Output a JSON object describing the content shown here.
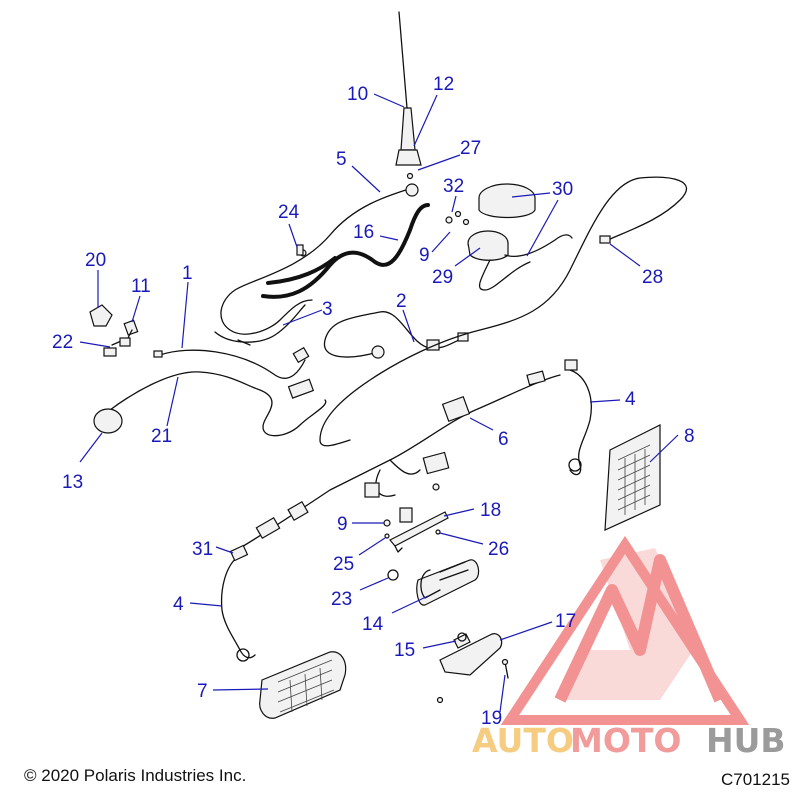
{
  "callouts": [
    {
      "id": "c10",
      "label": "10"
    },
    {
      "id": "c12",
      "label": "12"
    },
    {
      "id": "c5",
      "label": "5"
    },
    {
      "id": "c27",
      "label": "27"
    },
    {
      "id": "c32",
      "label": "32"
    },
    {
      "id": "c30",
      "label": "30"
    },
    {
      "id": "c24",
      "label": "24"
    },
    {
      "id": "c16",
      "label": "16"
    },
    {
      "id": "c9a",
      "label": "9"
    },
    {
      "id": "c29",
      "label": "29"
    },
    {
      "id": "c28",
      "label": "28"
    },
    {
      "id": "c20",
      "label": "20"
    },
    {
      "id": "c11",
      "label": "11"
    },
    {
      "id": "c1",
      "label": "1"
    },
    {
      "id": "c3",
      "label": "3"
    },
    {
      "id": "c2",
      "label": "2"
    },
    {
      "id": "c22",
      "label": "22"
    },
    {
      "id": "c4a",
      "label": "4"
    },
    {
      "id": "c6",
      "label": "6"
    },
    {
      "id": "c21",
      "label": "21"
    },
    {
      "id": "c8",
      "label": "8"
    },
    {
      "id": "c13",
      "label": "13"
    },
    {
      "id": "c18",
      "label": "18"
    },
    {
      "id": "c9b",
      "label": "9"
    },
    {
      "id": "c26",
      "label": "26"
    },
    {
      "id": "c31",
      "label": "31"
    },
    {
      "id": "c25",
      "label": "25"
    },
    {
      "id": "c23",
      "label": "23"
    },
    {
      "id": "c4b",
      "label": "4"
    },
    {
      "id": "c14",
      "label": "14"
    },
    {
      "id": "c17",
      "label": "17"
    },
    {
      "id": "c15",
      "label": "15"
    },
    {
      "id": "c7",
      "label": "7"
    },
    {
      "id": "c19",
      "label": "19"
    }
  ],
  "watermark": {
    "text_auto": "AUTO",
    "text_moto": "MOTO",
    "text_hub": "HUB",
    "color_auto": "#f5c46a",
    "color_moto": "#f08a8a",
    "color_hub": "#8a8a8a",
    "triangle_color": "#f08080"
  },
  "footer": {
    "copyright": "© 2020 Polaris Industries Inc.",
    "code": "C701215"
  }
}
